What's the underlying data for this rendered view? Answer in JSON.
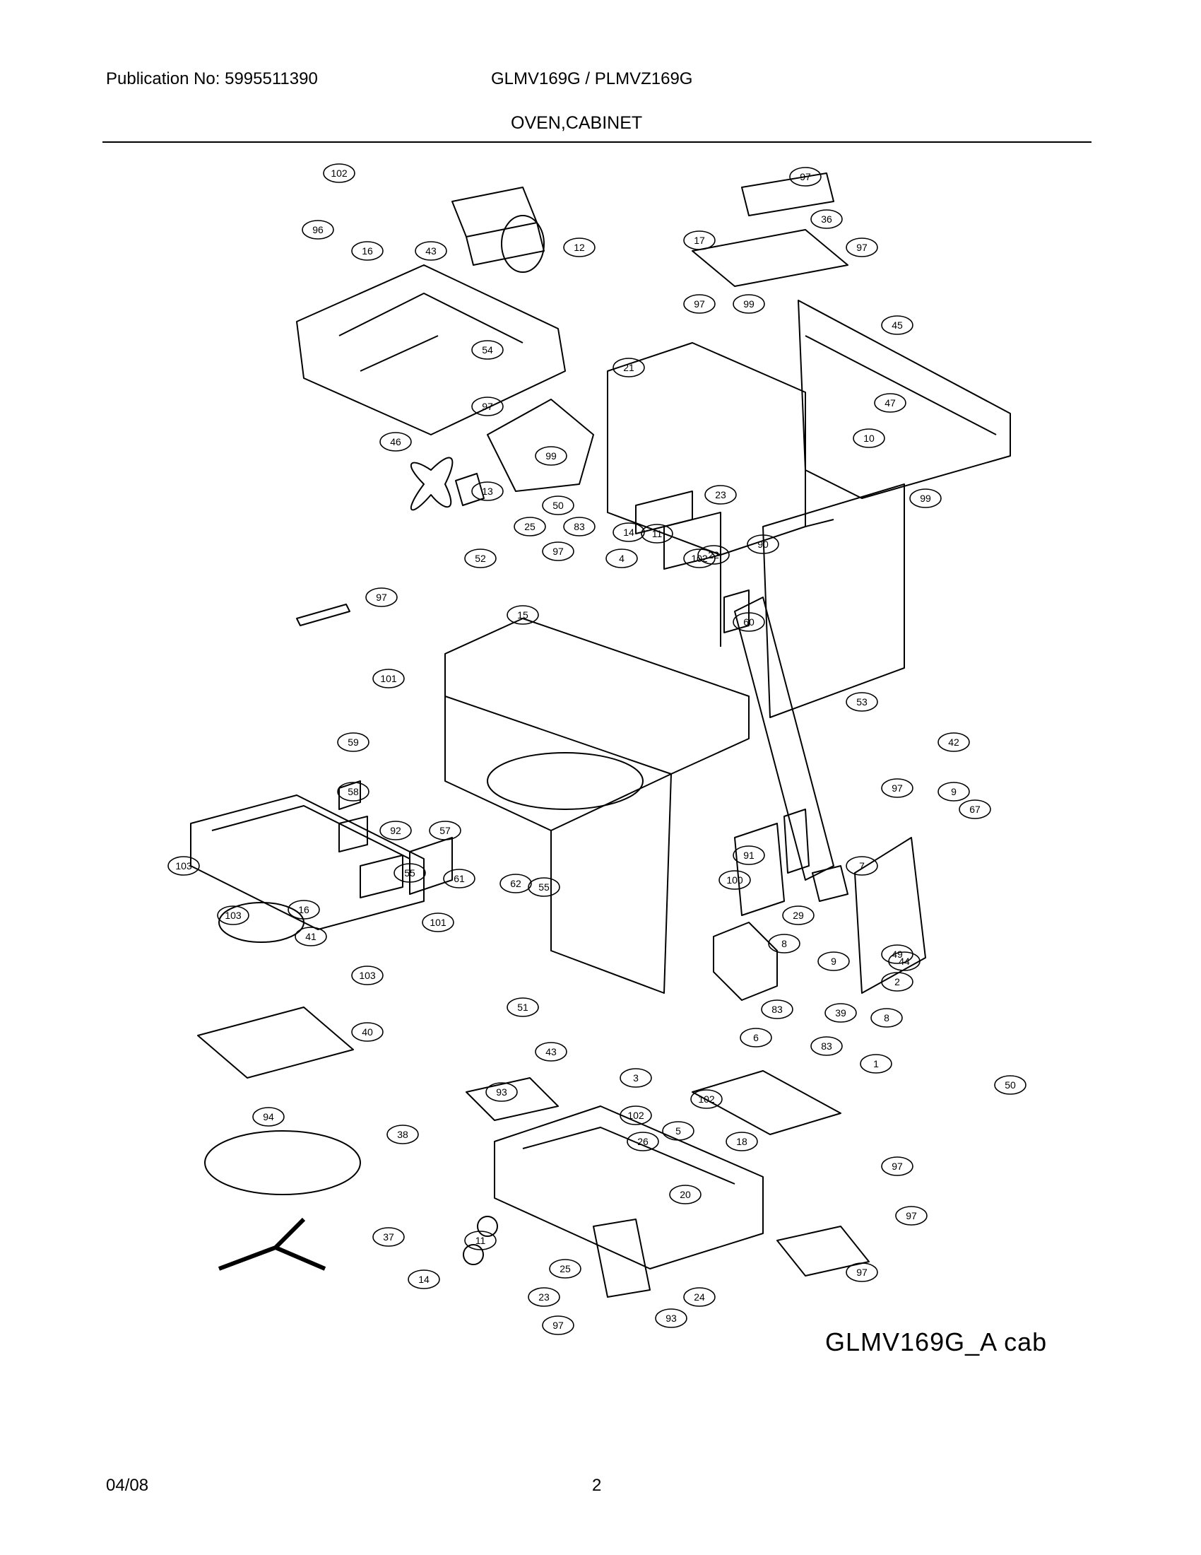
{
  "header": {
    "publication": "Publication No: 5995511390",
    "model": "GLMV169G / PLMVZ169G",
    "section": "OVEN,CABINET"
  },
  "figure_ref": "GLMV169G_A cab",
  "footer": {
    "date": "04/08",
    "page": "2"
  },
  "callouts": [
    "102",
    "96",
    "16",
    "43",
    "12",
    "54",
    "97",
    "46",
    "99",
    "13",
    "50",
    "97",
    "36",
    "17",
    "97",
    "99",
    "97",
    "45",
    "21",
    "47",
    "10",
    "99",
    "23",
    "22",
    "90",
    "25",
    "83",
    "14",
    "11",
    "97",
    "4",
    "102",
    "52",
    "97",
    "15",
    "60",
    "101",
    "59",
    "58",
    "92",
    "57",
    "55",
    "61",
    "62",
    "55",
    "16",
    "103",
    "103",
    "101",
    "103",
    "53",
    "42",
    "97",
    "9",
    "67",
    "91",
    "100",
    "7",
    "8",
    "29",
    "44",
    "9",
    "8",
    "49",
    "83",
    "41",
    "51",
    "43",
    "3",
    "102",
    "2",
    "39",
    "83",
    "1",
    "6",
    "102",
    "5",
    "18",
    "50",
    "40",
    "93",
    "94",
    "38",
    "26",
    "97",
    "20",
    "97",
    "37",
    "11",
    "14",
    "25",
    "23",
    "97",
    "93",
    "97",
    "24"
  ]
}
